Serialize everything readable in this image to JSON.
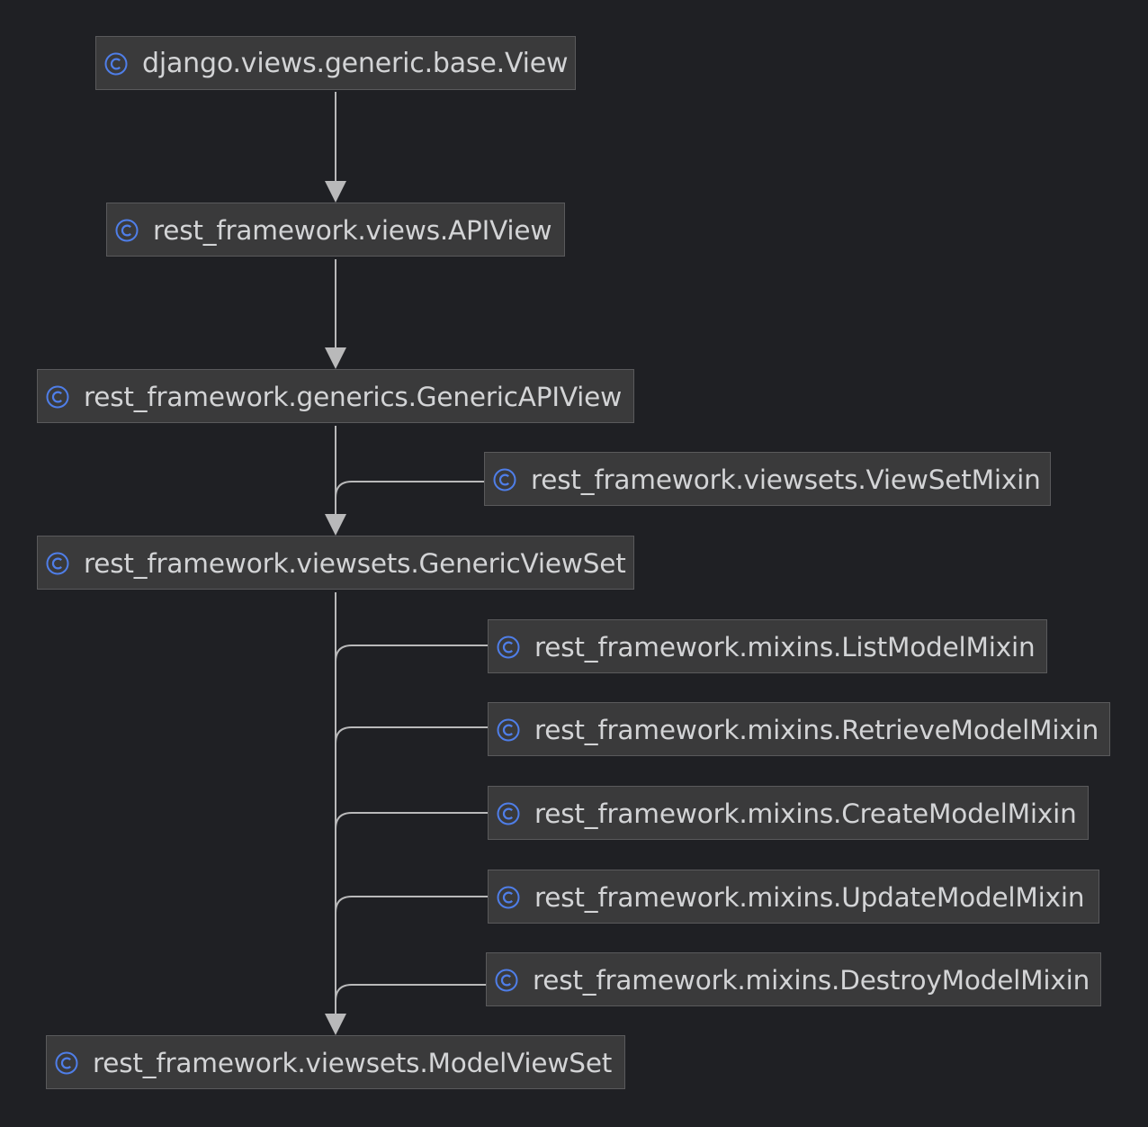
{
  "colors": {
    "background": "#1f2024",
    "node_fill": "#3a3a3b",
    "node_border": "#5a5a5c",
    "text": "#d3d4d6",
    "class_icon": "#4f7ee8",
    "edge": "#b9b9ba"
  },
  "icon": "class-icon",
  "nodes": {
    "view": {
      "label": "django.views.generic.base.View"
    },
    "apiview": {
      "label": "rest_framework.views.APIView"
    },
    "genericapiview": {
      "label": "rest_framework.generics.GenericAPIView"
    },
    "viewsetmixin": {
      "label": "rest_framework.viewsets.ViewSetMixin"
    },
    "genericviewset": {
      "label": "rest_framework.viewsets.GenericViewSet"
    },
    "listmodelmixin": {
      "label": "rest_framework.mixins.ListModelMixin"
    },
    "retrievemodelmixin": {
      "label": "rest_framework.mixins.RetrieveModelMixin"
    },
    "createmodelmixin": {
      "label": "rest_framework.mixins.CreateModelMixin"
    },
    "updatemodelmixin": {
      "label": "rest_framework.mixins.UpdateModelMixin"
    },
    "destroymodelmixin": {
      "label": "rest_framework.mixins.DestroyModelMixin"
    },
    "modelviewset": {
      "label": "rest_framework.viewsets.ModelViewSet"
    }
  }
}
